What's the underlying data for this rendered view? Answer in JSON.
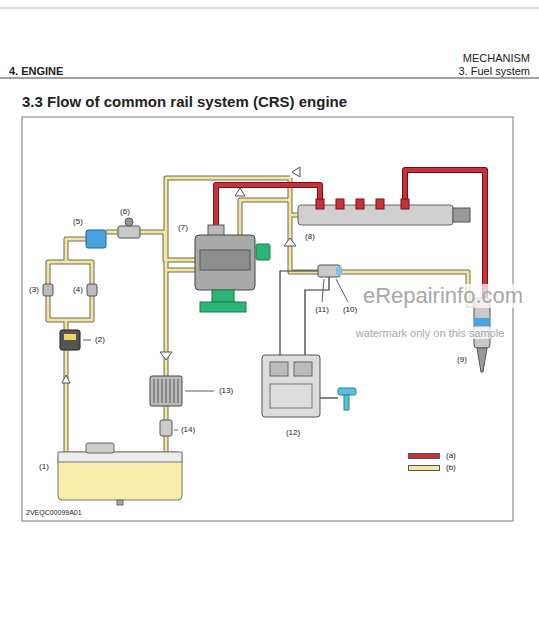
{
  "diagram": {
    "title": "3.3 Flow of common rail system (CRS) engine",
    "labels": [
      "4. ENGINE",
      "MECHANISM",
      "3. Fuel system",
      "(1)",
      "(2)",
      "(3)",
      "(4)",
      "(5)",
      "(6)",
      "(7)",
      "(8)",
      "(9)",
      "(10)",
      "(11)",
      "(12)",
      "(13)",
      "(14)",
      "2VEQC00099A01",
      "eRepairinfo.com",
      "watermark only on this sample"
    ],
    "legend": [
      {
        "text": "(a)",
        "color": "#c8323a"
      },
      {
        "text": "(b)",
        "color": "#f3e6a0"
      }
    ]
  }
}
